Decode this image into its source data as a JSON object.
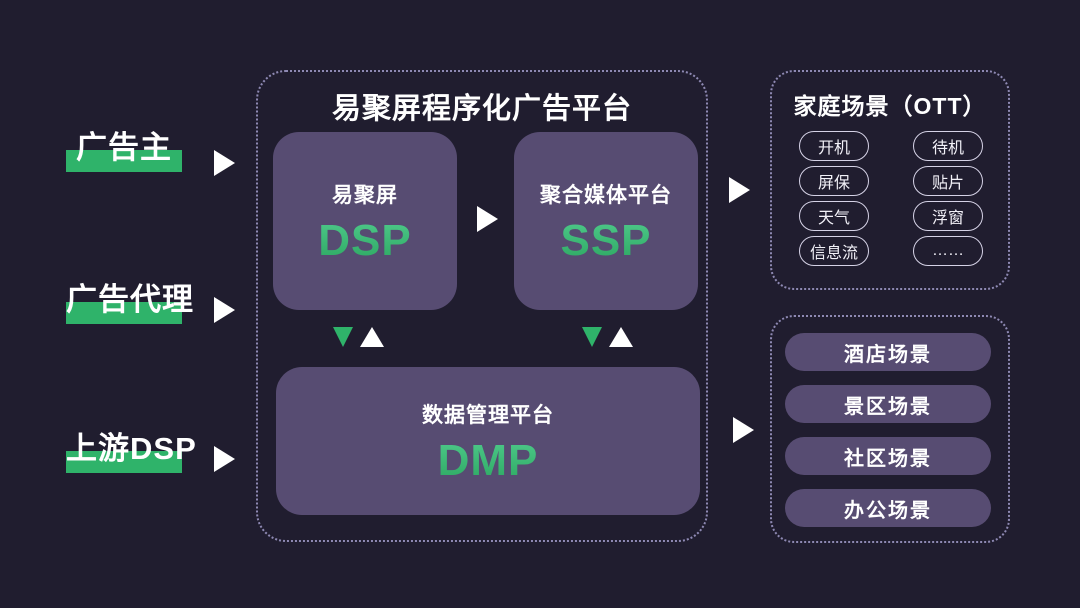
{
  "colors": {
    "bg": "#201D2F",
    "purple": "#574C72",
    "green": "#2FB36A",
    "green_light": "#4EC98A",
    "green_deep": "#2DA862",
    "dash": "#8E89B3",
    "pill_border": "#D5D2E6",
    "text": "#FFFFFF"
  },
  "left_entities": [
    {
      "label": "广告主"
    },
    {
      "label": "广告代理"
    },
    {
      "label": "上游DSP"
    }
  ],
  "platform": {
    "title": "易聚屏程序化广告平台",
    "modules": [
      {
        "name": "易聚屏",
        "abbr": "DSP"
      },
      {
        "name": "聚合媒体平台",
        "abbr": "SSP"
      },
      {
        "name": "数据管理平台",
        "abbr": "DMP"
      }
    ]
  },
  "ott": {
    "title": "家庭场景（OTT）",
    "tags": [
      "开机",
      "待机",
      "屏保",
      "贴片",
      "天气",
      "浮窗",
      "信息流",
      "……"
    ]
  },
  "scenes": [
    "酒店场景",
    "景区场景",
    "社区场景",
    "办公场景"
  ]
}
